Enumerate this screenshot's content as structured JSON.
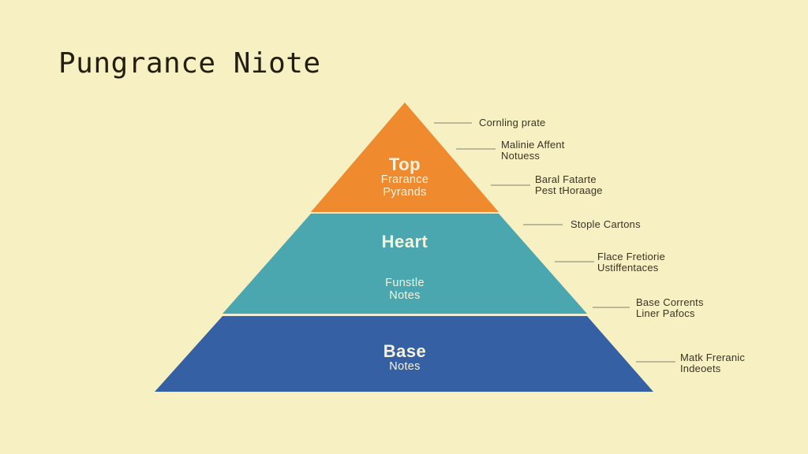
{
  "title": "Pungrance Niote",
  "colors": {
    "background": "#f6f0c3",
    "title_text": "#241e11",
    "tier_text": "#f7f2dc",
    "annotation_text": "#3a3426",
    "leader_line": "#bcb89c",
    "divider": "#edeeda"
  },
  "pyramid": {
    "tiers": [
      {
        "label": "Top",
        "sublabel_line1": "Frarance",
        "sublabel_line2": "Pyrands",
        "color": "#ef8a2f"
      },
      {
        "label": "Heart",
        "sublabel_line1": "Funstle",
        "sublabel_line2": "Notes",
        "color": "#4aa7af"
      },
      {
        "label": "Base",
        "sublabel_line1": "Notes",
        "sublabel_line2": "",
        "color": "#3560a4"
      }
    ]
  },
  "annotations": [
    {
      "line1": "Cornling prate",
      "line2": ""
    },
    {
      "line1": "Malinie Affent",
      "line2": "Notuess"
    },
    {
      "line1": "Baral Fatarte",
      "line2": "Pest tHoraage"
    },
    {
      "line1": "Stople Cartons",
      "line2": ""
    },
    {
      "line1": "Flace Fretiorie",
      "line2": "Ustiffentaces"
    },
    {
      "line1": "Base Corrents",
      "line2": "Liner Pafocs"
    },
    {
      "line1": "Matk Freranic",
      "line2": "Indeoets"
    }
  ]
}
